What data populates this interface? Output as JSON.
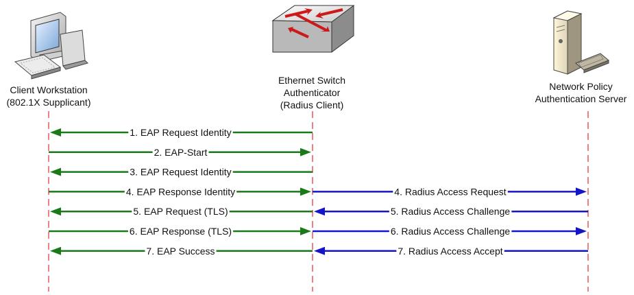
{
  "actors": {
    "client": {
      "lines": [
        "Client Workstation",
        "(802.1X Supplicant)"
      ],
      "icon": "workstation-icon"
    },
    "switch": {
      "lines": [
        "Ethernet Switch",
        "Authenticator",
        "(Radius Client)"
      ],
      "icon": "switch-icon"
    },
    "server": {
      "lines": [
        "Network Policy",
        "Authentication Server"
      ],
      "icon": "server-icon"
    }
  },
  "colors": {
    "eap": "#1a7a1a",
    "radius": "#1414c8",
    "lifeline": "#e03030"
  },
  "messages": [
    {
      "label": "1. EAP Request Identity",
      "from": "switch",
      "to": "client",
      "kind": "eap"
    },
    {
      "label": "2. EAP-Start",
      "from": "client",
      "to": "switch",
      "kind": "eap"
    },
    {
      "label": "3. EAP Request Identity",
      "from": "switch",
      "to": "client",
      "kind": "eap"
    },
    {
      "label": "4. EAP Response Identity",
      "from": "client",
      "to": "switch",
      "kind": "eap"
    },
    {
      "label": "4. Radius Access Request",
      "from": "switch",
      "to": "server",
      "kind": "radius"
    },
    {
      "label": "5. EAP Request (TLS)",
      "from": "switch",
      "to": "client",
      "kind": "eap"
    },
    {
      "label": "5. Radius Access Challenge",
      "from": "server",
      "to": "switch",
      "kind": "radius"
    },
    {
      "label": "6. EAP Response (TLS)",
      "from": "client",
      "to": "switch",
      "kind": "eap"
    },
    {
      "label": "6. Radius Access Challenge",
      "from": "switch",
      "to": "server",
      "kind": "radius"
    },
    {
      "label": "7. EAP Success",
      "from": "switch",
      "to": "client",
      "kind": "eap"
    },
    {
      "label": "7. Radius Access Accept",
      "from": "server",
      "to": "switch",
      "kind": "radius"
    }
  ]
}
